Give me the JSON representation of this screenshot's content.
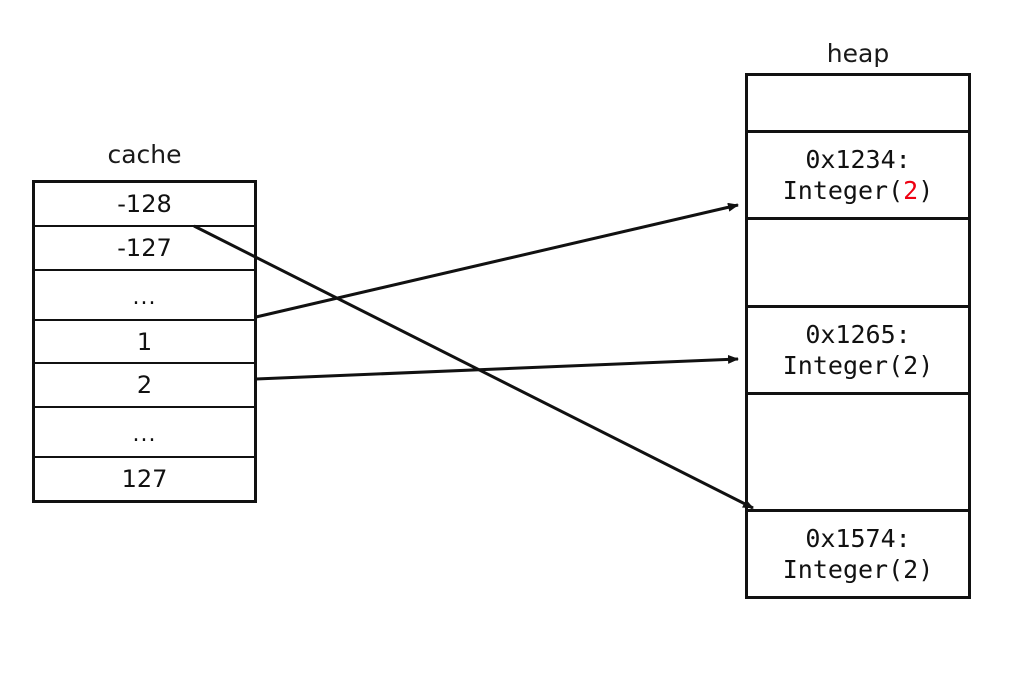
{
  "diagram": {
    "title_cache": "cache",
    "title_heap": "heap",
    "accent_red": "#ee0011",
    "line_color": "#111111"
  },
  "cache": {
    "label": "cache",
    "rows": [
      {
        "value": "-128"
      },
      {
        "value": "-127"
      },
      {
        "value": "..."
      },
      {
        "value": "1"
      },
      {
        "value": "2"
      },
      {
        "value": "..."
      },
      {
        "value": "127"
      }
    ]
  },
  "heap": {
    "label": "heap",
    "cells": [
      {
        "address": "",
        "object": "",
        "highlight": ""
      },
      {
        "address": "0x1234:",
        "object_prefix": "Integer(",
        "highlight": "2",
        "object_suffix": ")"
      },
      {
        "address": "",
        "object": "",
        "highlight": ""
      },
      {
        "address": "0x1265:",
        "object": "Integer(2)"
      },
      {
        "address": "",
        "object": "",
        "highlight": ""
      },
      {
        "address": "0x1574:",
        "object": "Integer(2)"
      }
    ]
  },
  "arrows": [
    {
      "name": "arrow-cache-127-to-heap-0x1574",
      "from": "cache row -127",
      "to": "heap 0x1574"
    },
    {
      "name": "arrow-cache-1-to-heap-0x1234",
      "from": "cache row 1",
      "to": "heap 0x1234"
    },
    {
      "name": "arrow-cache-2-to-heap-0x1265",
      "from": "cache row 2",
      "to": "heap 0x1265"
    }
  ]
}
